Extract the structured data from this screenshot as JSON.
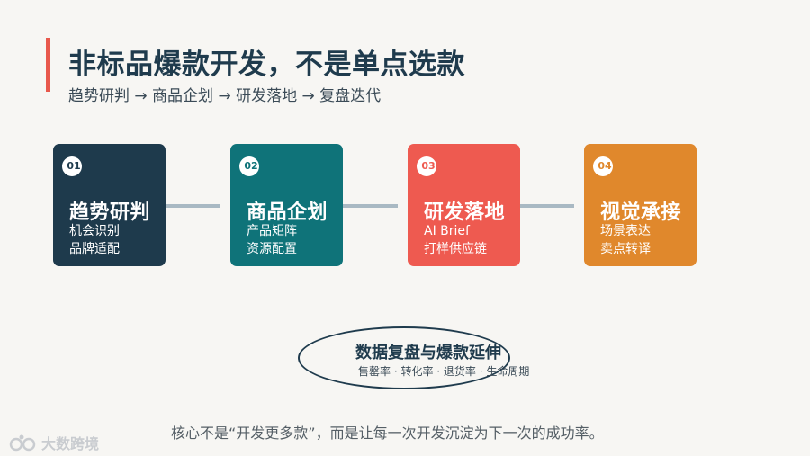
{
  "header": {
    "title": "非标品爆款开发，不是单点选款",
    "subtitle": "趋势研判 → 商品企划 → 研发落地 → 复盘迭代"
  },
  "steps": [
    {
      "num": "01",
      "title": "趋势研判",
      "line1": "机会识别",
      "line2": "品牌适配",
      "color": "#1e3a4c"
    },
    {
      "num": "02",
      "title": "商品企划",
      "line1": "产品矩阵",
      "line2": "资源配置",
      "color": "#0f7379"
    },
    {
      "num": "03",
      "title": "研发落地",
      "line1": "AI Brief",
      "line2": "打样供应链",
      "color": "#ee5a50"
    },
    {
      "num": "04",
      "title": "视觉承接",
      "line1": "场景表达",
      "line2": "卖点转译",
      "color": "#e0882c"
    }
  ],
  "loop": {
    "title": "数据复盘与爆款延伸",
    "metrics": "售罄率 · 转化率 · 退货率 · 生命周期"
  },
  "footnote": "核心不是“开发更多款”，而是让每一次开发沉淀为下一次的成功率。",
  "watermark": {
    "text": "大数跨境",
    "icon": "brand-logo-icon"
  },
  "colors": {
    "accent": "#e8584c",
    "navy": "#1f3b4d",
    "connector": "#a9b9c3"
  }
}
